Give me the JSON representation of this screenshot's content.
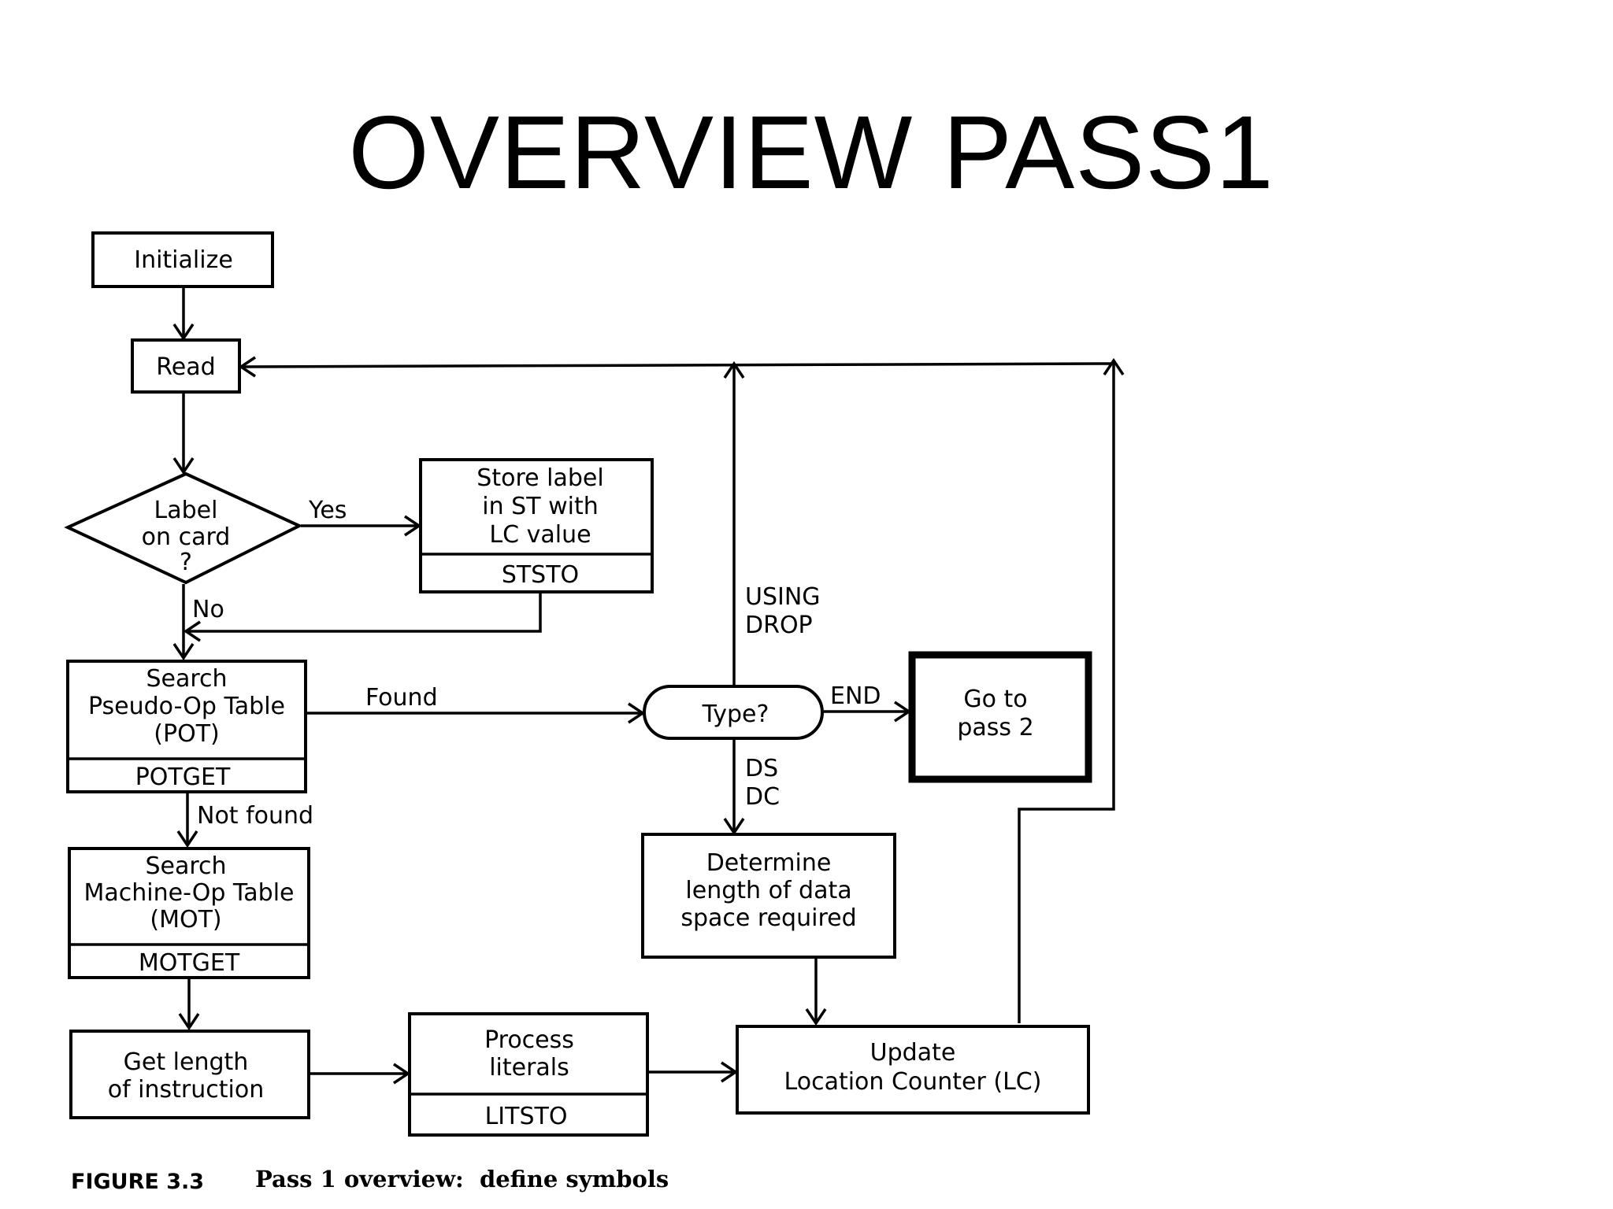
{
  "slide": {
    "title": "OVERVIEW PASS1"
  },
  "diagram": {
    "nodes": {
      "initialize": {
        "lines": [
          "Initialize"
        ]
      },
      "read": {
        "lines": [
          "Read"
        ]
      },
      "label_decision": {
        "lines": [
          "Label",
          "on card",
          "?"
        ]
      },
      "store_label": {
        "lines": [
          "Store label",
          "in ST with",
          "LC value"
        ],
        "sub": "STSTO"
      },
      "search_pot": {
        "lines": [
          "Search",
          "Pseudo-Op Table",
          "(POT)"
        ],
        "sub": "POTGET"
      },
      "search_mot": {
        "lines": [
          "Search",
          "Machine-Op Table",
          "(MOT)"
        ],
        "sub": "MOTGET"
      },
      "get_length": {
        "lines": [
          "Get length",
          "of instruction"
        ]
      },
      "process_literals": {
        "lines": [
          "Process",
          "literals"
        ],
        "sub": "LITSTO"
      },
      "update_lc": {
        "lines": [
          "Update",
          "Location Counter (LC)"
        ]
      },
      "type_decision": {
        "lines": [
          "Type?"
        ]
      },
      "go_pass2": {
        "lines": [
          "Go to",
          "pass 2"
        ]
      },
      "determine_length": {
        "lines": [
          "Determine",
          "length of data",
          "space required"
        ]
      }
    },
    "edge_labels": {
      "yes": "Yes",
      "no": "No",
      "found": "Found",
      "not_found": "Not found",
      "end": "END",
      "using_drop": [
        "USING",
        "DROP"
      ],
      "ds_dc": [
        "DS",
        "DC"
      ]
    },
    "caption": {
      "figure": "FIGURE 3.3",
      "text": "Pass 1 overview:  define symbols"
    }
  }
}
